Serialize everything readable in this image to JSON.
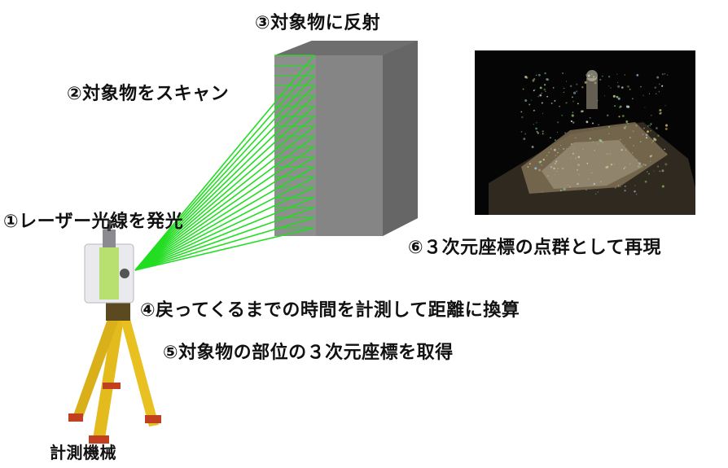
{
  "steps": {
    "step1": "①レーザー光線を発光",
    "step2": "②対象物をスキャン",
    "step3": "③対象物に反射",
    "step4": "④戻ってくるまでの時間を計測して距離に換算",
    "step5": "⑤対象物の部位の３次元座標を取得",
    "step6": "⑥３次元座標の点群として再現"
  },
  "device_label": "計測機械",
  "colors": {
    "laser": "#22dd22",
    "tripod": "#e8c020",
    "scanner_body": "#e9e9ee",
    "scanner_green": "#b8e070",
    "target_front": "#8e8e8e",
    "target_side": "#666666",
    "target_top": "#6f6f6f",
    "pointcloud_bg": "#050505"
  },
  "icons": {
    "scanner": "laser-scanner-icon",
    "tripod": "tripod-icon",
    "target": "target-object-box",
    "pointcloud": "point-cloud-image"
  }
}
